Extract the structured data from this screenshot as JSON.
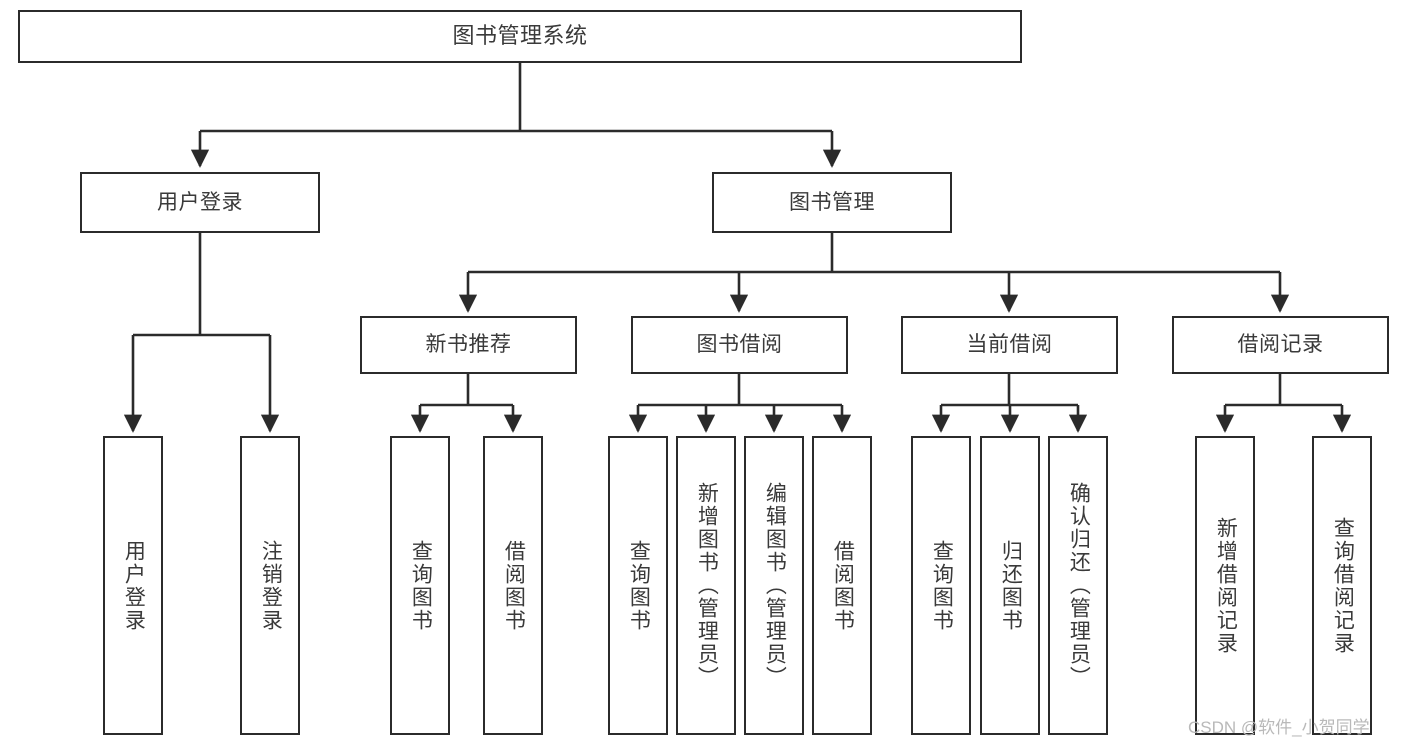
{
  "diagram": {
    "title": "图书管理系统",
    "type": "tree",
    "stroke_color": "#2b2b2b",
    "text_color": "#3a3a3a",
    "background_color": "#ffffff",
    "watermark": "CSDN @软件_小贺同学"
  },
  "nodes": {
    "root": {
      "label": "图书管理系统"
    },
    "level1": [
      {
        "id": "user-login",
        "label": "用户登录"
      },
      {
        "id": "book-manage",
        "label": "图书管理"
      }
    ],
    "level2": [
      {
        "id": "new-book-recommend",
        "label": "新书推荐",
        "parent": "book-manage"
      },
      {
        "id": "book-borrow",
        "label": "图书借阅",
        "parent": "book-manage"
      },
      {
        "id": "current-borrow",
        "label": "当前借阅",
        "parent": "book-manage"
      },
      {
        "id": "borrow-record",
        "label": "借阅记录",
        "parent": "book-manage"
      }
    ],
    "leaves": {
      "user-login": [
        {
          "id": "leaf-user-login",
          "label": "用户登录"
        },
        {
          "id": "leaf-user-logout",
          "label": "注销登录"
        }
      ],
      "new-book-recommend": [
        {
          "id": "leaf-query-book-1",
          "label": "查询图书"
        },
        {
          "id": "leaf-borrow-book-1",
          "label": "借阅图书"
        }
      ],
      "book-borrow": [
        {
          "id": "leaf-query-book-2",
          "label": "查询图书"
        },
        {
          "id": "leaf-add-book",
          "label": "新增图书（管理员）"
        },
        {
          "id": "leaf-edit-book",
          "label": "编辑图书（管理员）"
        },
        {
          "id": "leaf-borrow-book-2",
          "label": "借阅图书"
        }
      ],
      "current-borrow": [
        {
          "id": "leaf-query-book-3",
          "label": "查询图书"
        },
        {
          "id": "leaf-return-book",
          "label": "归还图书"
        },
        {
          "id": "leaf-confirm-return",
          "label": "确认归还（管理员）"
        }
      ],
      "borrow-record": [
        {
          "id": "leaf-add-record",
          "label": "新增借阅记录"
        },
        {
          "id": "leaf-query-record",
          "label": "查询借阅记录"
        }
      ]
    }
  }
}
